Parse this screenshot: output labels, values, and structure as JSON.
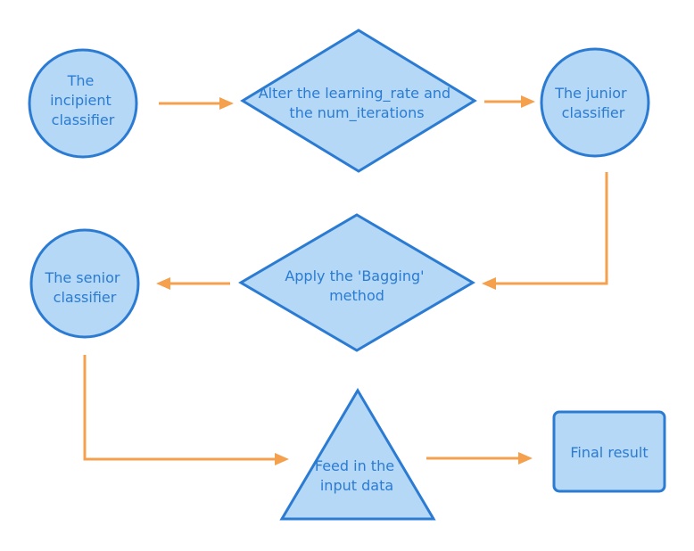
{
  "nodes": {
    "incipient": {
      "lines": [
        "The",
        "incipient",
        "classifier"
      ]
    },
    "alter": {
      "lines": [
        "Alter the learning_rate and",
        "the num_iterations"
      ]
    },
    "junior": {
      "lines": [
        "The junior",
        "classifier"
      ]
    },
    "bagging": {
      "lines": [
        "Apply the 'Bagging'",
        "method"
      ]
    },
    "senior": {
      "lines": [
        "The senior",
        "classifier"
      ]
    },
    "feed": {
      "lines": [
        "Feed in the",
        "input data"
      ]
    },
    "final": {
      "lines": [
        "Final result"
      ]
    }
  },
  "colors": {
    "node_fill": "#b4d8f5",
    "node_stroke": "#2b7bd3",
    "arrow": "#f4a04c",
    "text": "#2b7bd3"
  }
}
